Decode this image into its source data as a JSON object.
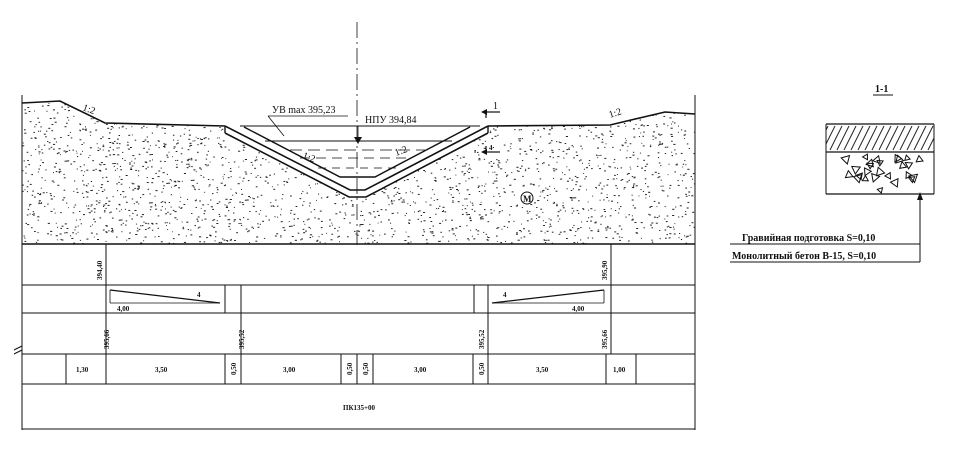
{
  "cross_section": {
    "slope_left": "1:2",
    "slope_right": "1:2",
    "slope_ditch_left": "1:2",
    "slope_ditch_right": "1:2",
    "water_level_max": "УВ max 395,23",
    "water_level_normal": "НПУ 394,84",
    "section_mark": "1",
    "material_mark": "М",
    "callout_right": "4"
  },
  "profile_rows": {
    "elevation_ground": {
      "left": "394,40",
      "right": "395,90"
    },
    "slopes": {
      "left": {
        "value": "4",
        "length": "4,00"
      },
      "right": {
        "value": "4",
        "length": "4,00"
      }
    },
    "elevation_design": [
      "395,66",
      "395,52",
      "395,52",
      "395,66"
    ],
    "distances": [
      "1,30",
      "3,50",
      "0,50",
      "3,00",
      "0,50",
      "0,50",
      "3,00",
      "0,50",
      "3,50",
      "1,00"
    ],
    "picket": "ПК135+00"
  },
  "section_1_1": {
    "title": "1-1",
    "layers": [
      "Гравийная подготовка S=0,10",
      "Монолитный бетон В-15, S=0,10"
    ]
  }
}
